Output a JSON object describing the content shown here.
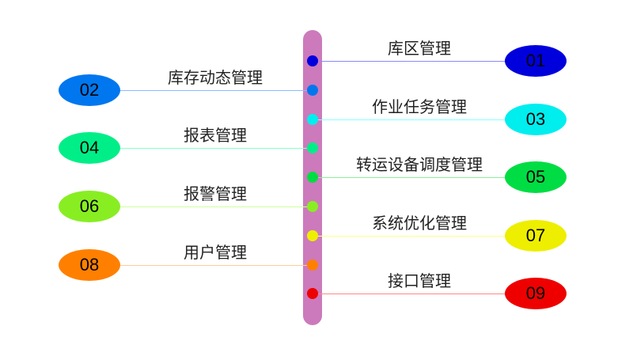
{
  "items": [
    {
      "num": "01",
      "label": "库区管理",
      "side": "right",
      "color": "#0000dd",
      "line": "#8888ff"
    },
    {
      "num": "02",
      "label": "库存动态管理",
      "side": "left",
      "color": "#0077ee",
      "line": "#88bbff"
    },
    {
      "num": "03",
      "label": "作业任务管理",
      "side": "right",
      "color": "#00eeee",
      "line": "#88ffff"
    },
    {
      "num": "04",
      "label": "报表管理",
      "side": "left",
      "color": "#00ee88",
      "line": "#88ffcc"
    },
    {
      "num": "05",
      "label": "转运设备调度管理",
      "side": "right",
      "color": "#00dd44",
      "line": "#88ee99"
    },
    {
      "num": "06",
      "label": "报警管理",
      "side": "left",
      "color": "#88ee22",
      "line": "#ccff99"
    },
    {
      "num": "07",
      "label": "系统优化管理",
      "side": "right",
      "color": "#eeee00",
      "line": "#ffff88"
    },
    {
      "num": "08",
      "label": "用户管理",
      "side": "left",
      "color": "#ff8000",
      "line": "#ffcc99"
    },
    {
      "num": "09",
      "label": "接口管理",
      "side": "right",
      "color": "#ee0000",
      "line": "#ff8888"
    }
  ]
}
